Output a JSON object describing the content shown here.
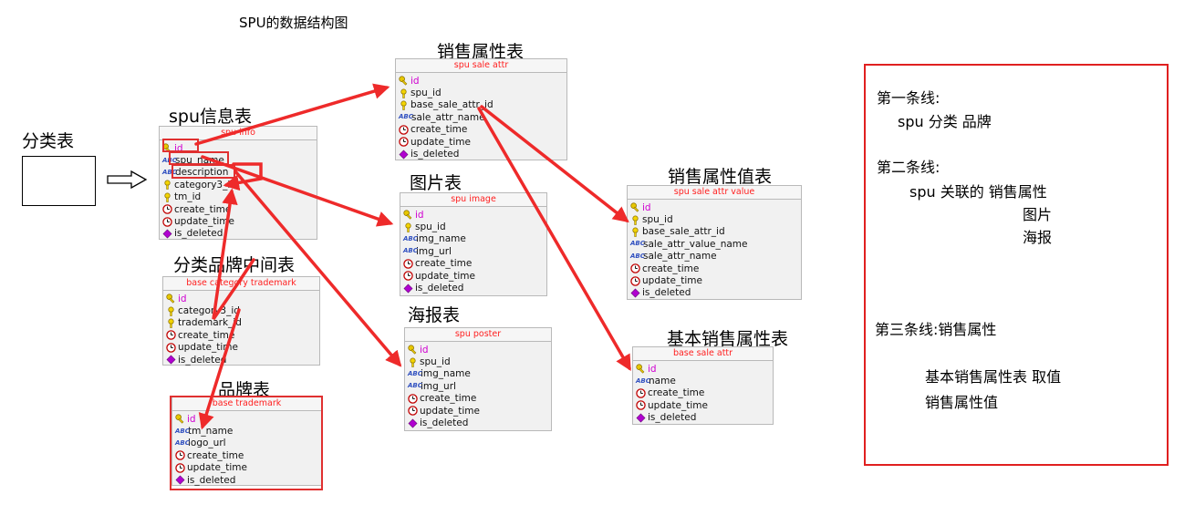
{
  "title": "SPU的数据结构图",
  "captions": {
    "sale_attr": "销售属性表",
    "spu_info": "spu信息表",
    "category": "分类表",
    "image": "图片表",
    "sale_attr_value": "销售属性值表",
    "cat_trademark": "分类品牌中间表",
    "poster": "海报表",
    "base_sale_attr": "基本销售属性表",
    "trademark": "品牌表"
  },
  "tables": {
    "spu_info": {
      "name": "spu info",
      "columns": [
        "id",
        "spu_name",
        "description",
        "category3_id",
        "tm_id",
        "create_time",
        "update_time",
        "is_deleted"
      ]
    },
    "spu_sale_attr": {
      "name": "spu sale attr",
      "columns": [
        "id",
        "spu_id",
        "base_sale_attr_id",
        "sale_attr_name",
        "create_time",
        "update_time",
        "is_deleted"
      ]
    },
    "spu_image": {
      "name": "spu image",
      "columns": [
        "id",
        "spu_id",
        "img_name",
        "img_url",
        "create_time",
        "update_time",
        "is_deleted"
      ]
    },
    "spu_sale_attr_value": {
      "name": "spu sale attr value",
      "columns": [
        "id",
        "spu_id",
        "base_sale_attr_id",
        "sale_attr_value_name",
        "sale_attr_name",
        "create_time",
        "update_time",
        "is_deleted"
      ]
    },
    "base_category_trademark": {
      "name": "base category trademark",
      "columns": [
        "id",
        "category3_id",
        "trademark_id",
        "create_time",
        "update_time",
        "is_deleted"
      ]
    },
    "spu_poster": {
      "name": "spu poster",
      "columns": [
        "id",
        "spu_id",
        "img_name",
        "img_url",
        "create_time",
        "update_time",
        "is_deleted"
      ]
    },
    "base_sale_attr": {
      "name": "base sale attr",
      "columns": [
        "id",
        "name",
        "create_time",
        "update_time",
        "is_deleted"
      ]
    },
    "base_trademark": {
      "name": "base trademark",
      "columns": [
        "id",
        "tm_name",
        "logo_url",
        "create_time",
        "update_time",
        "is_deleted"
      ]
    }
  },
  "notes": {
    "line1_title": "第一条线:",
    "line1_body": "spu 分类 品牌",
    "line2_title": "第二条线:",
    "line2_body": "spu 关联的 销售属性",
    "line2_item2": "图片",
    "line2_item3": "海报",
    "line3_title": "第三条线:销售属性",
    "line3_body1": "基本销售属性表 取值",
    "line3_body2": "销售属性值"
  },
  "colors": {
    "arrow": "#ee2a2a",
    "header_text": "#ff2020",
    "note_border": "#e02020"
  }
}
